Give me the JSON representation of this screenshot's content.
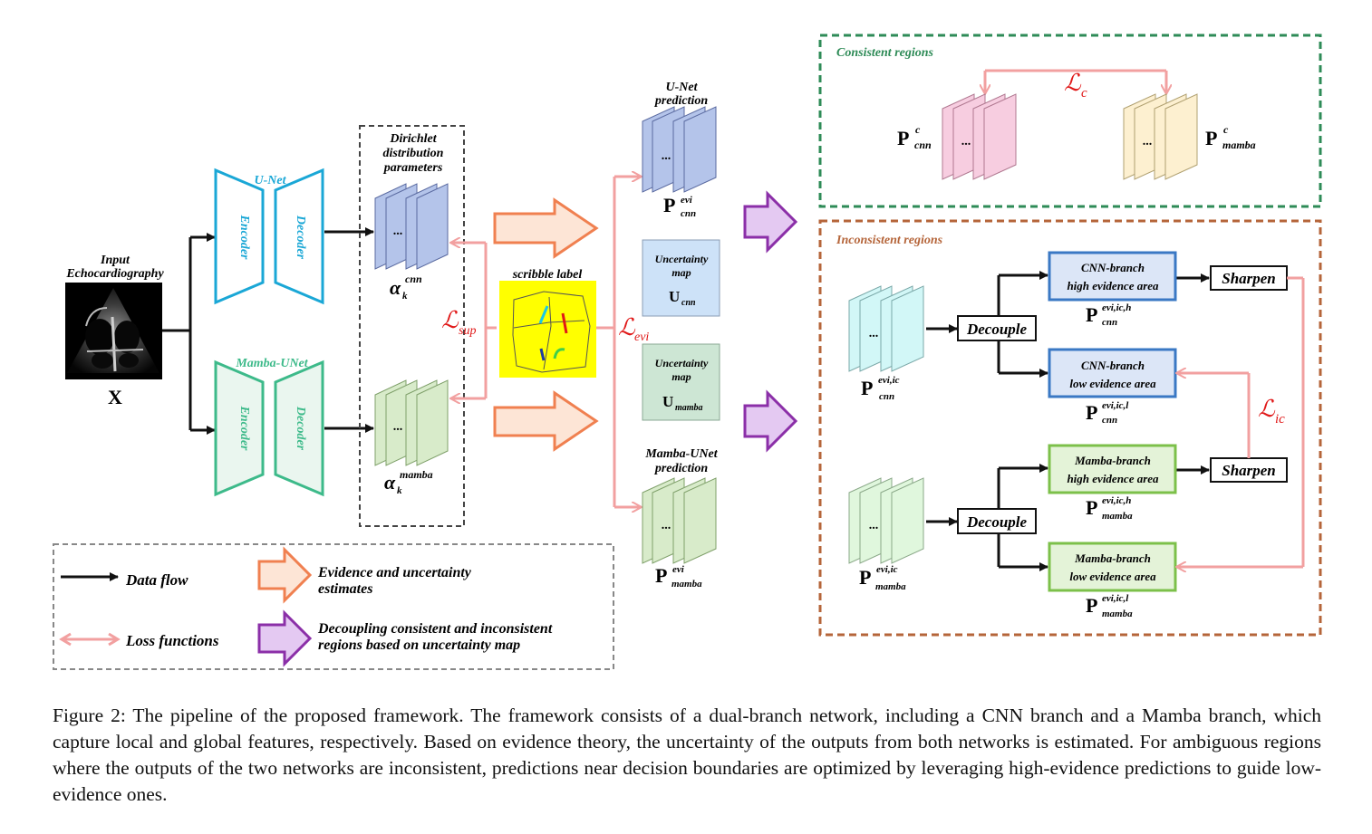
{
  "figure": {
    "input": {
      "title_line1": "Input",
      "title_line2": "Echocardiography",
      "symbol": "X"
    },
    "unet": {
      "name": "U-Net",
      "encoder": "Encoder",
      "decoder": "Decoder"
    },
    "mamba_unet": {
      "name": "Mamba-UNet",
      "encoder": "Encoder",
      "decoder": "Decoder"
    },
    "dirichlet": {
      "line1": "Dirichlet",
      "line2": "distribution",
      "line3": "parameters",
      "alpha": "α",
      "alpha_sub": "k",
      "cnn_sup": "cnn",
      "mamba_sup": "mamba"
    },
    "ellipsis": "...",
    "scribble_label": "scribble label",
    "loss_sup": {
      "main": "ℒ",
      "sub": "sup"
    },
    "loss_evi": {
      "main": "ℒ",
      "sub": "evi"
    },
    "loss_c": {
      "main": "ℒ",
      "sub": "c"
    },
    "loss_ic": {
      "main": "ℒ",
      "sub": "ic"
    },
    "unet_prediction": {
      "line1": "U-Net",
      "line2": "prediction",
      "sym": "P",
      "sup": "evi",
      "sub": "cnn"
    },
    "mamba_prediction": {
      "line1": "Mamba-UNet",
      "line2": "prediction",
      "sym": "P",
      "sup": "evi",
      "sub": "mamba"
    },
    "uncertainty_cnn": {
      "line1": "Uncertainty",
      "line2": "map",
      "sym": "U",
      "sub": "cnn"
    },
    "uncertainty_mamba": {
      "line1": "Uncertainty",
      "line2": "map",
      "sym": "U",
      "sub": "mamba"
    },
    "consistent": {
      "title": "Consistent regions",
      "sym": "P",
      "sup": "c",
      "cnn_sub": "cnn",
      "mamba_sub": "mamba"
    },
    "inconsistent": {
      "title": "Inconsistent regions",
      "decouple": "Decouple",
      "sharpen": "Sharpen",
      "p_cnn": {
        "sym": "P",
        "sup": "evi,ic",
        "sub": "cnn"
      },
      "p_mamba": {
        "sym": "P",
        "sup": "evi,ic",
        "sub": "mamba"
      },
      "cnn_high": {
        "line1": "CNN-branch",
        "line2": "high evidence area",
        "sup": "evi,ic,h",
        "sub": "cnn"
      },
      "cnn_low": {
        "line1": "CNN-branch",
        "line2": "low evidence area",
        "sup": "evi,ic,l",
        "sub": "cnn"
      },
      "mamba_high": {
        "line1": "Mamba-branch",
        "line2": "high evidence area",
        "sup": "evi,ic,h",
        "sub": "mamba"
      },
      "mamba_low": {
        "line1": "Mamba-branch",
        "line2": "low evidence area",
        "sup": "evi,ic,l",
        "sub": "mamba"
      }
    },
    "legend": {
      "data_flow": "Data flow",
      "loss_functions": "Loss functions",
      "evidence_line1": "Evidence and uncertainty",
      "evidence_line2": "estimates",
      "decoupling_line1": "Decoupling consistent and inconsistent",
      "decoupling_line2": "regions based on uncertainty map"
    },
    "colors": {
      "unet": "#1aa7d6",
      "mamba": "#3dba8a",
      "loss": "#f2a0a0",
      "loss_text": "#e01818",
      "orange_arrow": "#f08050",
      "purple_arrow": "#8b2fa8",
      "consistent_border": "#2e8b57",
      "inconsistent_border": "#b5653a",
      "blue_box": "#3a78c4",
      "green_box": "#7cc04a",
      "scribble_bg": "#ffff00"
    }
  },
  "caption": "Figure 2: The pipeline of the proposed framework. The framework consists of a dual-branch network, including a CNN branch and a Mamba branch, which capture local and global features, respectively. Based on evidence theory, the uncertainty of the outputs from both networks is estimated. For ambiguous regions where the outputs of the two networks are inconsistent, predictions near decision boundaries are optimized by leveraging high-evidence predictions to guide low-evidence ones."
}
